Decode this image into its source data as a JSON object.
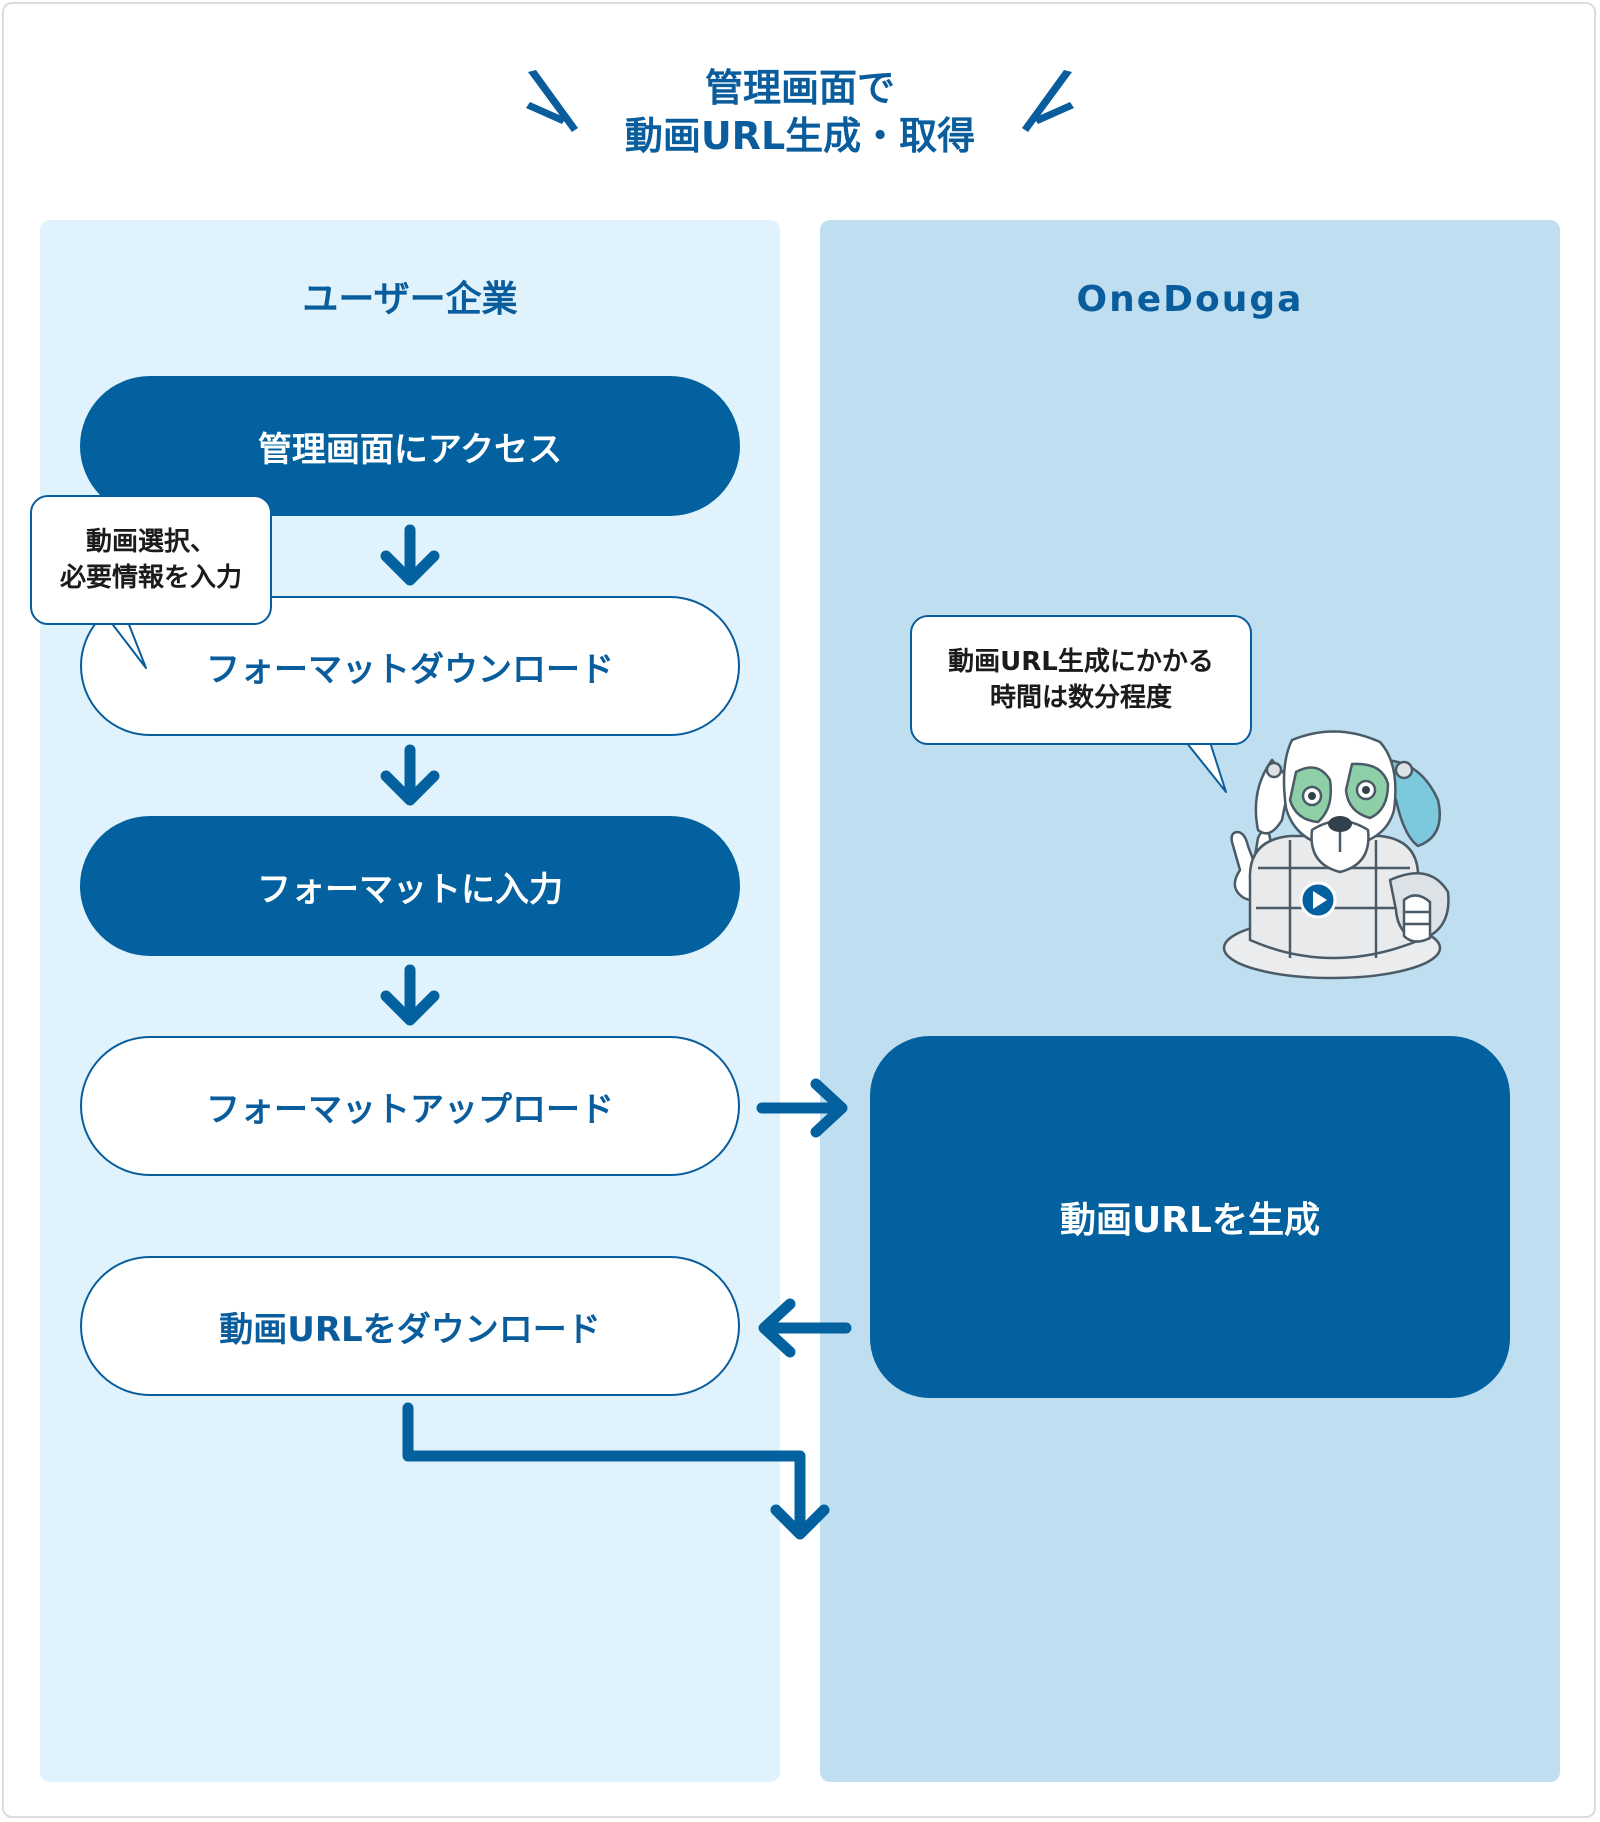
{
  "title": {
    "line1": "管理画面で",
    "line2": "動画URL生成・取得"
  },
  "columns": {
    "left": "ユーザー企業",
    "right": "OneDouga"
  },
  "steps": {
    "access": "管理画面にアクセス",
    "download_format": "フォーマットダウンロード",
    "fill_format": "フォーマットに入力",
    "upload_format": "フォーマットアップロード",
    "download_url": "動画URLをダウンロード"
  },
  "generate": "動画URLを生成",
  "bubbles": {
    "user": [
      "動画選択、",
      "必要情報を入力"
    ],
    "onedouga": [
      "動画URL生成にかかる",
      "時間は数分程度"
    ]
  },
  "colors": {
    "primary": "#02619e",
    "left_bg": "#e0f3fd",
    "right_bg": "#bfdff1"
  }
}
